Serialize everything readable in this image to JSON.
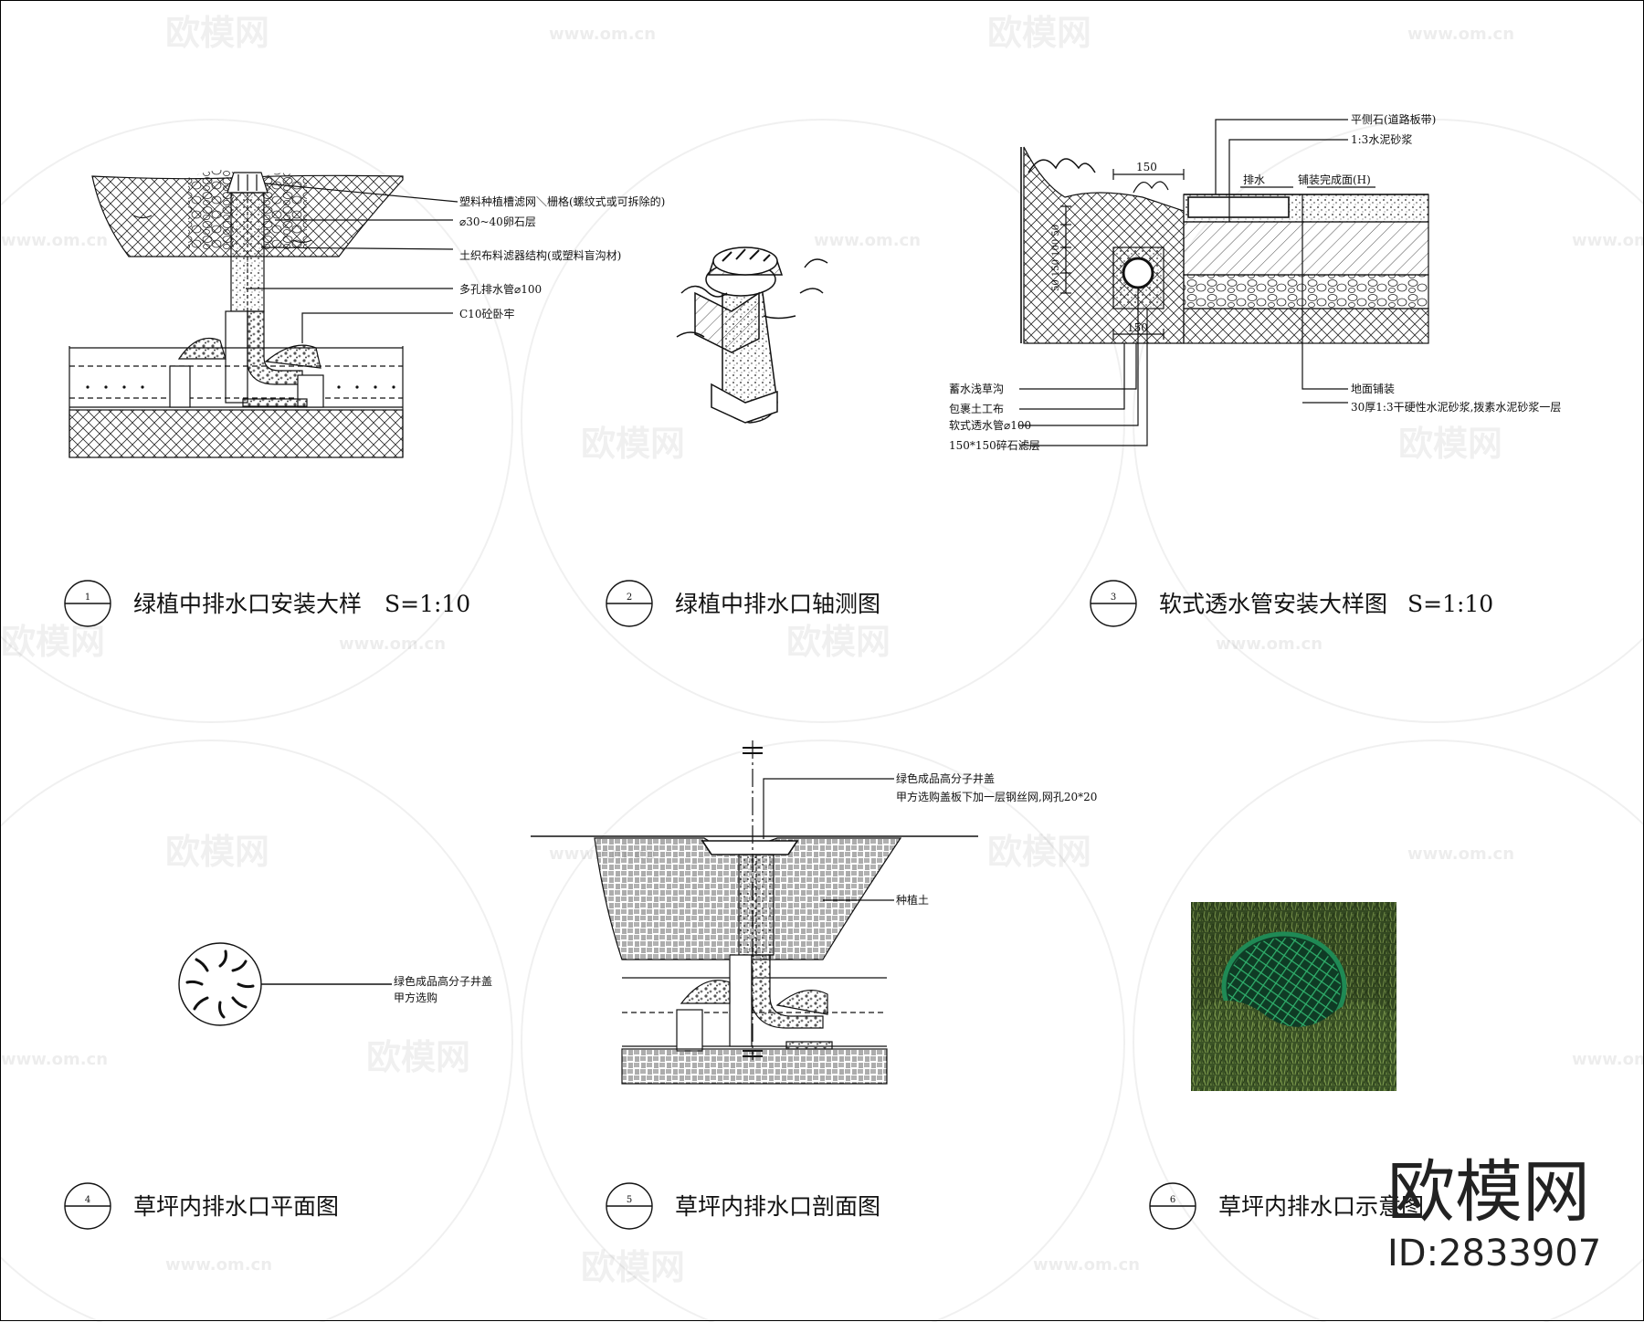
{
  "details": [
    {
      "num": "1",
      "title": "绿植中排水口安装大样",
      "scale": "S=1:10"
    },
    {
      "num": "2",
      "title": "绿植中排水口轴测图",
      "scale": ""
    },
    {
      "num": "3",
      "title": "软式透水管安装大样图",
      "scale": "S=1:10"
    },
    {
      "num": "4",
      "title": "草坪内排水口平面图",
      "scale": ""
    },
    {
      "num": "5",
      "title": "草坪内排水口剖面图",
      "scale": ""
    },
    {
      "num": "6",
      "title": "草坪内排水口示意图",
      "scale": ""
    }
  ],
  "detail1": {
    "labels": [
      "塑料种植槽滤网＼栅格(螺纹式或可拆除的)",
      "⌀30~40卵石层",
      "土织布料滤器结构(或塑料盲沟材)",
      "多孔排水管⌀100",
      "C10砼卧牢"
    ]
  },
  "detail3": {
    "top_labels": [
      "平侧石(道路板带)",
      "1:3水泥砂浆"
    ],
    "dim_150_top": "150",
    "drain_label": "排水",
    "paving_label": "铺装完成面(H)",
    "dim_150_bottom": "150",
    "left_dims": "50 150 100 50",
    "left_labels": [
      "蓄水浅草沟",
      "包裹土工布",
      "软式透水管⌀100",
      "150*150碎石滤层"
    ],
    "right_labels": [
      "地面铺装",
      "30厚1:3干硬性水泥砂浆,拨素水泥砂浆一层"
    ]
  },
  "detail4": {
    "label_line1": "绿色成品高分子井盖",
    "label_line2": "甲方选购"
  },
  "detail5": {
    "label_line1": "绿色成品高分子井盖",
    "label_line2": "甲方选购盖板下加一层钢丝网,网孔20*20",
    "soil_label": "种植土"
  },
  "watermark": {
    "text": "欧模网",
    "url": "www.om.cn"
  },
  "brand": {
    "name": "欧模网",
    "id": "ID:2833907"
  },
  "colors": {
    "line": "#111111",
    "grass": "#3f5a2a",
    "cover": "#1f8a55"
  }
}
